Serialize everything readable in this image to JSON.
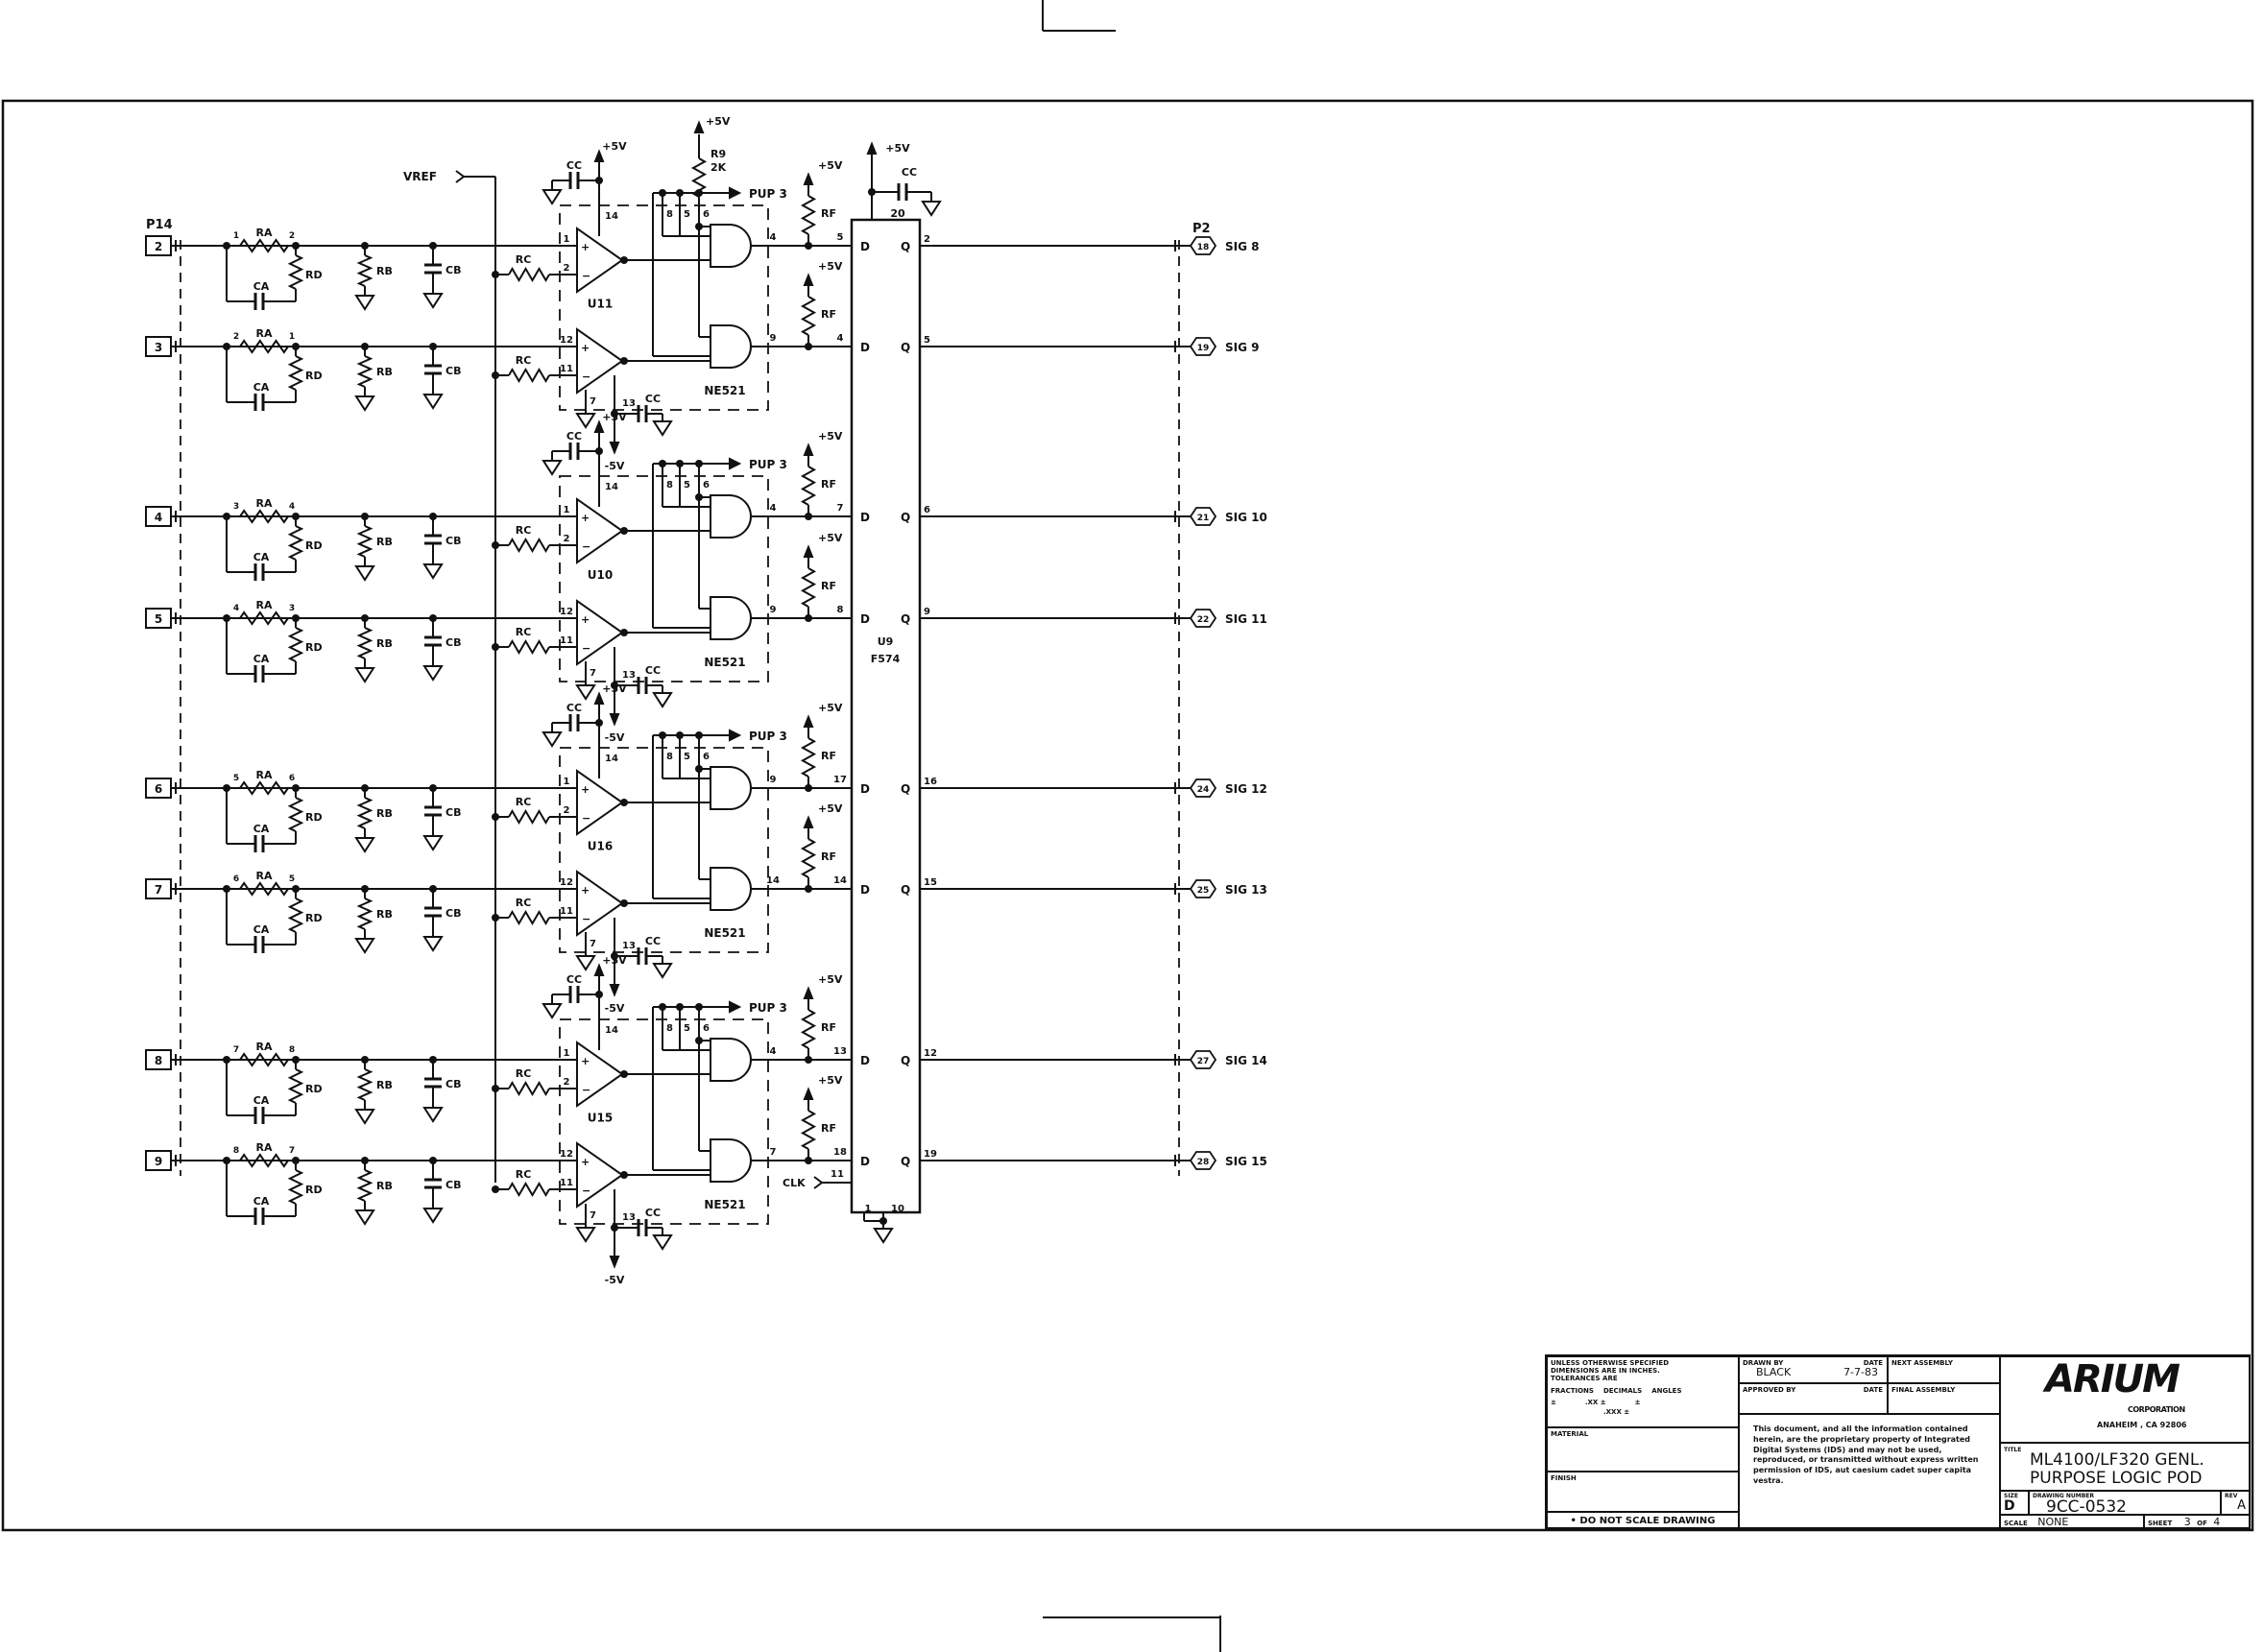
{
  "connectors": {
    "input_ref": "P14",
    "output_ref": "P2"
  },
  "labels": {
    "vref": "VREF",
    "pup": "PUP 3",
    "supply_pos": "+5V",
    "supply_neg": "-5V",
    "ra": "RA",
    "rb": "RB",
    "rc": "RC",
    "rd": "RD",
    "ca": "CA",
    "cb": "CB",
    "cc": "CC",
    "rf": "RF",
    "d": "D",
    "q": "Q"
  },
  "r9": {
    "ref": "R9",
    "value": "2K"
  },
  "latch": {
    "ref": "U9",
    "part": "F574",
    "clk_label": "CLK",
    "clk_pin": "11",
    "vcc_pin": "20",
    "oe_pin": "1",
    "gnd_pin": "10"
  },
  "groups": [
    {
      "ref": "U11",
      "part": "NE521",
      "vcc_pin": "14",
      "pup_pins": [
        "8",
        "5",
        "6"
      ],
      "gnd_pin": "7",
      "vee_pin": "13"
    },
    {
      "ref": "U10",
      "part": "NE521",
      "vcc_pin": "14",
      "pup_pins": [
        "8",
        "5",
        "6"
      ],
      "gnd_pin": "7",
      "vee_pin": "13"
    },
    {
      "ref": "U16",
      "part": "NE521",
      "vcc_pin": "14",
      "pup_pins": [
        "8",
        "5",
        "6"
      ],
      "gnd_pin": "7",
      "vee_pin": "13"
    },
    {
      "ref": "U15",
      "part": "NE521",
      "vcc_pin": "14",
      "pup_pins": [
        "8",
        "5",
        "6"
      ],
      "gnd_pin": "7",
      "vee_pin": "13"
    }
  ],
  "channels": [
    {
      "input_pin": "2",
      "ra_pins": [
        "1",
        "2"
      ],
      "plus_pin": "1",
      "minus_pin": "2",
      "gate_out": "4",
      "d_pin": "5",
      "q_pin": "2",
      "p2_pin": "18",
      "signal": "SIG 8"
    },
    {
      "input_pin": "3",
      "ra_pins": [
        "2",
        "1"
      ],
      "plus_pin": "12",
      "minus_pin": "11",
      "gate_out": "9",
      "d_pin": "4",
      "q_pin": "5",
      "p2_pin": "19",
      "signal": "SIG 9"
    },
    {
      "input_pin": "4",
      "ra_pins": [
        "3",
        "4"
      ],
      "plus_pin": "1",
      "minus_pin": "2",
      "gate_out": "4",
      "d_pin": "7",
      "q_pin": "6",
      "p2_pin": "21",
      "signal": "SIG 10"
    },
    {
      "input_pin": "5",
      "ra_pins": [
        "4",
        "3"
      ],
      "plus_pin": "12",
      "minus_pin": "11",
      "gate_out": "9",
      "d_pin": "8",
      "q_pin": "9",
      "p2_pin": "22",
      "signal": "SIG 11"
    },
    {
      "input_pin": "6",
      "ra_pins": [
        "5",
        "6"
      ],
      "plus_pin": "1",
      "minus_pin": "2",
      "gate_out": "9",
      "d_pin": "17",
      "q_pin": "16",
      "p2_pin": "24",
      "signal": "SIG 12"
    },
    {
      "input_pin": "7",
      "ra_pins": [
        "6",
        "5"
      ],
      "plus_pin": "12",
      "minus_pin": "11",
      "gate_out": "14",
      "d_pin": "14",
      "q_pin": "15",
      "p2_pin": "25",
      "signal": "SIG 13"
    },
    {
      "input_pin": "8",
      "ra_pins": [
        "7",
        "8"
      ],
      "plus_pin": "1",
      "minus_pin": "2",
      "gate_out": "4",
      "d_pin": "13",
      "q_pin": "12",
      "p2_pin": "27",
      "signal": "SIG 14"
    },
    {
      "input_pin": "9",
      "ra_pins": [
        "8",
        "7"
      ],
      "plus_pin": "12",
      "minus_pin": "11",
      "gate_out": "7",
      "d_pin": "18",
      "q_pin": "19",
      "p2_pin": "28",
      "signal": "SIG 15"
    }
  ],
  "title_block": {
    "tolerance_note": "UNLESS OTHERWISE SPECIFIED DIMENSIONS ARE IN INCHES. TOLERANCES ARE",
    "tolerance_heads": [
      "FRACTIONS",
      "DECIMALS",
      "ANGLES"
    ],
    "tolerance_values": [
      "±",
      ".XX ±",
      "±",
      ".XXX ±"
    ],
    "material_label": "MATERIAL",
    "finish_label": "FINISH",
    "do_not_scale": "• DO NOT SCALE DRAWING",
    "drawn_by_label": "DRAWN BY",
    "drawn_by": "BLACK",
    "date_label": "DATE",
    "date": "7-7-83",
    "approved_by_label": "APPROVED BY",
    "approved_date_label": "DATE",
    "next_assembly_label": "NEXT ASSEMBLY",
    "final_assembly_label": "FINAL ASSEMBLY",
    "proprietary_notice": "This document, and all the information contained herein, are the proprietary property of Integrated Digital Systems (IDS) and may not be used, reproduced, or transmitted without express written permission of IDS, aut caesium cadet super capita vestra.",
    "company": "ARIUM",
    "company_sub": "CORPORATION",
    "company_address": "ANAHEIM , CA 92806",
    "title_label": "TITLE",
    "title_line1": "ML4100/LF320 GENL.",
    "title_line2": "PURPOSE LOGIC POD",
    "size_label": "SIZE",
    "size": "D",
    "drawing_number_label": "DRAWING NUMBER",
    "drawing_number": "9CC-0532",
    "rev_label": "REV",
    "rev": "A",
    "scale_label": "SCALE",
    "scale": "NONE",
    "sheet_label": "SHEET",
    "sheet": "3",
    "of_label": "OF",
    "sheet_total": "4"
  }
}
